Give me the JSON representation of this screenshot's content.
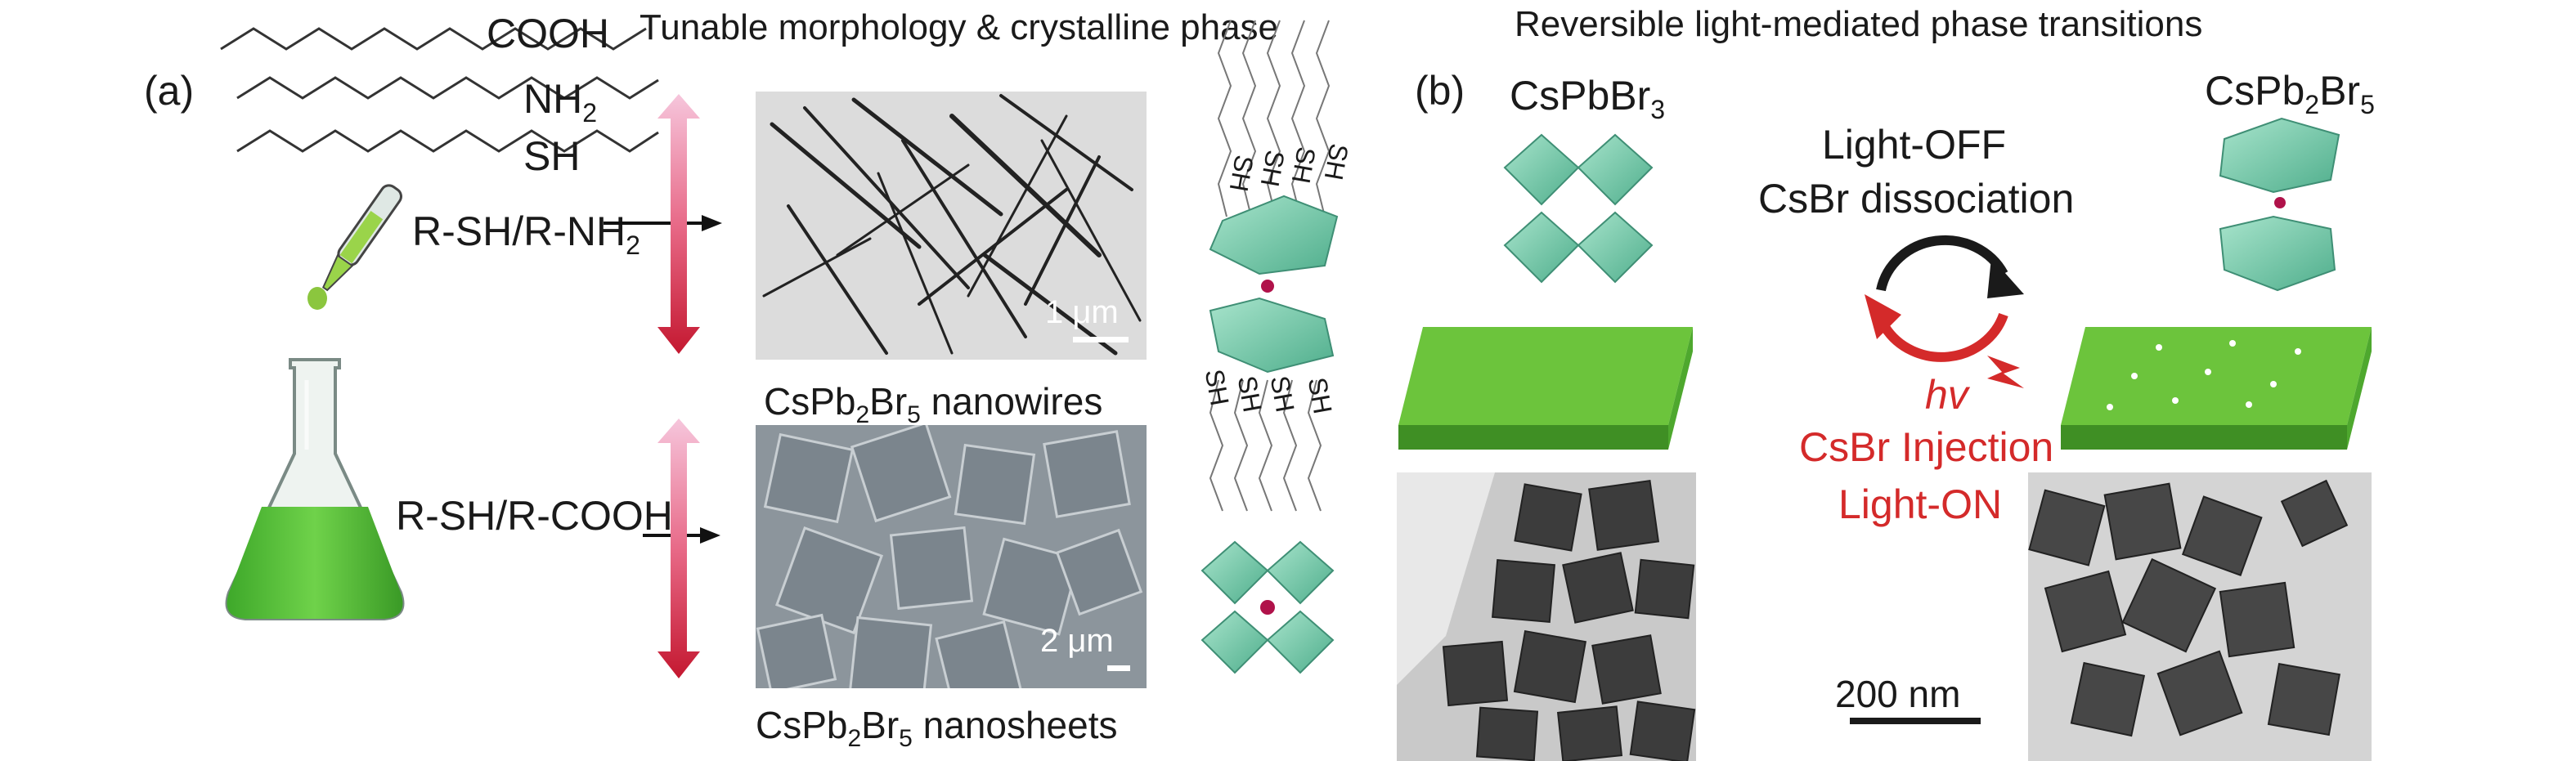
{
  "panel_a": {
    "label": "(a)",
    "title": "Tunable morphology & crystalline phase",
    "ligands": {
      "acid": "COOH",
      "amine_base": "NH",
      "amine_sub": "2",
      "thiol": "SH"
    },
    "arrow1": {
      "base": "R-SH/R-NH",
      "sub": "2"
    },
    "arrow2": "R-SH/R-COOH",
    "scale1": "1 μm",
    "scale2": "2 μm",
    "caption1": {
      "a": "CsPb",
      "s1": "2",
      "b": "Br",
      "s2": "5",
      "c": " nanowires"
    },
    "caption2": {
      "a": "CsPb",
      "s1": "2",
      "b": "Br",
      "s2": "5",
      "c": " nanosheets"
    },
    "thiol_tag": "SH"
  },
  "panel_b": {
    "label": "(b)",
    "title": "Reversible light-mediated phase transitions",
    "left_phase": {
      "a": "CsPbBr",
      "s1": "3"
    },
    "right_phase": {
      "a": "CsPb",
      "s1": "2",
      "b": "Br",
      "s2": "5"
    },
    "off_line1": "Light-OFF",
    "off_line2": "CsBr dissociation",
    "hv": "hv",
    "on_line1": "CsBr Injection",
    "on_line2": "Light-ON",
    "scale": "200 nm"
  },
  "colors": {
    "film_green": "#6cc43c",
    "octahedron": "#7fd0b0",
    "arrow_red": "#d42a2a",
    "flask_liquid": "#4cb832"
  }
}
